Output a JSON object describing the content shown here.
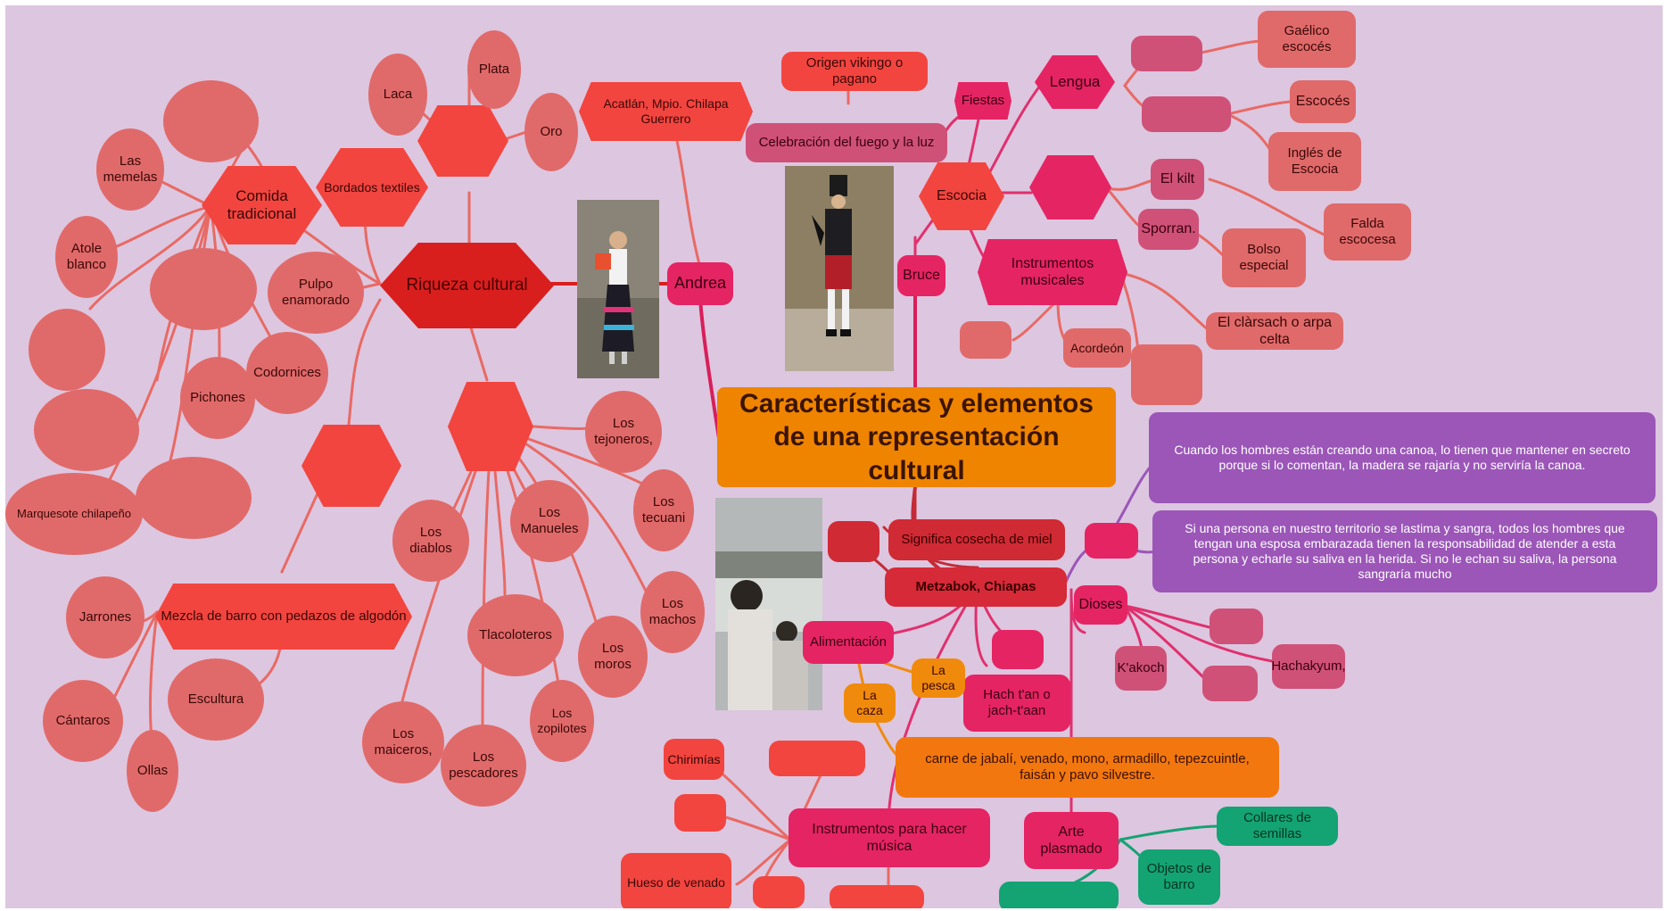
{
  "colors": {
    "background": "#ddc6df",
    "center": "#ef8400",
    "red_branch": "#f2453f",
    "dark_red": "#d81f1e",
    "pink_branch": "#e52464",
    "purple_note": "#9b56b8",
    "orange_branch": "#f3770f",
    "green_branch": "#14a373",
    "edge_red": "#e86a64",
    "edge_pink": "#e0306e",
    "edge_orange": "#f08a0d",
    "edge_green": "#14a373"
  },
  "center": "Características y elementos de una representación cultural",
  "andrea": {
    "label": "Andrea",
    "location": "Acatlán, Mpio. Chilapa Guerrero",
    "riqueza": "Riqueza cultural",
    "bordados": "Bordados textiles",
    "laca": "Laca",
    "plata": "Plata",
    "oro": "Oro",
    "comida": "Comida tradicional",
    "memelas": "Las memelas",
    "atole": "Atole blanco",
    "pulpo": "Pulpo enamorado",
    "codornices": "Codornices",
    "pichones": "Pichones",
    "marquesote": "Marquesote chilapeño",
    "mezcla": "Mezcla de barro con pedazos de algodón",
    "jarrones": "Jarrones",
    "cantaros": "Cántaros",
    "ollas": "Ollas",
    "escultura": "Escultura",
    "danzas": {
      "tejoneros": "Los tejoneros,",
      "tecuani": "Los tecuani",
      "machos": "Los machos",
      "moros": "Los moros",
      "zopilotes": "Los zopilotes",
      "tlacoloteros": "Tlacoloteros",
      "manueles": "Los Manueles",
      "diablos": "Los diablos",
      "maiceros": "Los maiceros,",
      "pescadores": "Los pescadores"
    }
  },
  "bruce": {
    "label": "Bruce",
    "escocia": "Escocia",
    "fiestas": "Fiestas",
    "celebracion": "Celebración del fuego y la luz",
    "origen": "Origen vikingo o pagano",
    "lengua": "Lengua",
    "gaelico": "Gaélico escocés",
    "escoces": "Escocés",
    "ingles": "Inglés de Escocia",
    "kilt": "El kilt",
    "sporran": "Sporran.",
    "falda": "Falda escocesa",
    "bolso": "Bolso especial",
    "instrumentos": "Instrumentos musicales",
    "arpa": "El clàrsach o arpa celta",
    "acordeon": "Acordeón"
  },
  "metzabok": {
    "label": "Metzabok, Chiapas",
    "cosecha": "Significa cosecha de miel",
    "note1": "Cuando los hombres están creando una canoa, lo tienen que mantener en secreto porque si lo comentan, la madera se rajaría y no serviría la canoa.",
    "note2": "Si una persona en nuestro territorio se lastima y sangra, todos los hombres que tengan una esposa embarazada tienen la responsabilidad de atender a esta persona y echarle su saliva en la herida. Si no le echan su saliva, la persona sangraría mucho",
    "dioses": "Dioses",
    "kakoch": "K'akoch",
    "hachakyum": "Hachakyum,",
    "alimentacion": "Alimentación",
    "pesca": "La pesca",
    "caza": "La caza",
    "hach": "Hach t'an o jach-t'aan",
    "carne": "carne de jabalí, venado, mono, armadillo, tepezcuintle, faisán y pavo silvestre.",
    "instrumentos": "Instrumentos para hacer música",
    "chirimias": "Chirimías",
    "hueso": "Hueso de venado",
    "arte": "Arte plasmado",
    "collares": "Collares de semillas",
    "objetos": "Objetos de barro"
  }
}
